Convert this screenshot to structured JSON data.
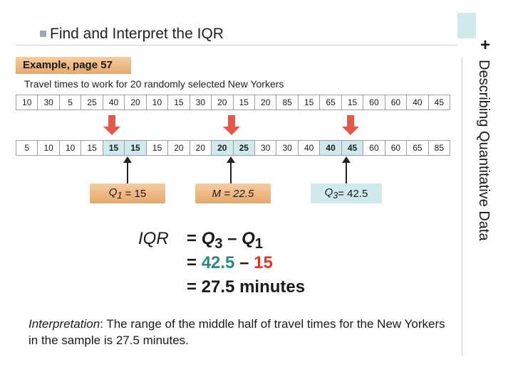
{
  "header": {
    "bullet": "n",
    "title": "Find and Interpret the IQR"
  },
  "side": {
    "plus": "+",
    "title": "Describing Quantitative Data"
  },
  "example": {
    "label": "Example, page 57"
  },
  "prompt": "Travel times to work for 20 randomly selected New Yorkers",
  "raw_values": [
    "10",
    "30",
    "5",
    "25",
    "40",
    "20",
    "10",
    "15",
    "30",
    "20",
    "15",
    "20",
    "85",
    "15",
    "65",
    "15",
    "60",
    "60",
    "40",
    "45"
  ],
  "sorted_values": [
    "5",
    "10",
    "10",
    "15",
    "15",
    "15",
    "15",
    "20",
    "20",
    "20",
    "25",
    "30",
    "30",
    "40",
    "40",
    "45",
    "60",
    "60",
    "65",
    "85"
  ],
  "highlighted_sorted_indices": [
    4,
    5,
    9,
    10,
    14,
    15
  ],
  "labels": {
    "q1": "Q1 = 15",
    "median": "M = 22.5",
    "q3": "Q3= 42.5"
  },
  "iqr": {
    "label": "IQR",
    "line1": "= Q3 – Q1",
    "line2_prefix": "= ",
    "line2_a": "42.5",
    "line2_sep": " – ",
    "line2_b": "15",
    "line3": "= 27.5 minutes"
  },
  "interpretation": {
    "lead": "Interpretation",
    "text": ": The range of the middle half of travel times for the New Yorkers in the sample is 27.5 minutes."
  },
  "colors": {
    "accent_orange": "#e5a86b",
    "accent_teal": "#cfe9ec",
    "arrow_red": "#e05a4c",
    "q3_teal_text": "#2b8a7e",
    "q1_red_text": "#d63a2b"
  }
}
